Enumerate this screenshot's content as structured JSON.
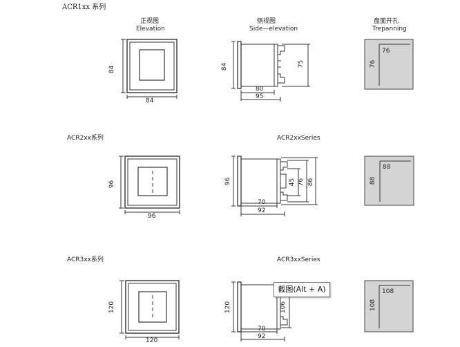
{
  "headers": {
    "acr1_series": "ACR1xx 系列",
    "acr2_series": "ACR2xx系列",
    "acr2_series_en": "ACR2xxSeries",
    "acr3_series": "ACR3xx系列",
    "acr3_series_en": "ACR3xxSeries"
  },
  "views": {
    "front_cn": "正视图",
    "front_en": "Elevation",
    "side_cn": "侧视图",
    "side_en": "Side—elevation",
    "panel_cn": "盘面开孔",
    "panel_en": "Trepanning"
  },
  "dims": {
    "r1": {
      "front_h": "84",
      "front_w": "84",
      "side_h": "84",
      "side_inner": "75",
      "side_d1": "80",
      "side_d2": "95",
      "cut_w": "76",
      "cut_h": "76"
    },
    "r2": {
      "front_h": "96",
      "front_w": "96",
      "side_h": "96",
      "side_inner1": "45",
      "side_inner2": "76",
      "side_inner3": "86",
      "side_d1": "70",
      "side_d2": "92",
      "cut_w": "88",
      "cut_h": "88"
    },
    "r3": {
      "front_h": "120",
      "front_w": "120",
      "side_h": "120",
      "side_inner": "106",
      "side_d1": "70",
      "side_d2": "92",
      "cut_w": "108",
      "cut_h": "108"
    }
  },
  "tooltip": {
    "text": "截图(Alt + A)"
  },
  "colors": {
    "line": "#333333",
    "panel_fill": "#d4d4d4"
  }
}
